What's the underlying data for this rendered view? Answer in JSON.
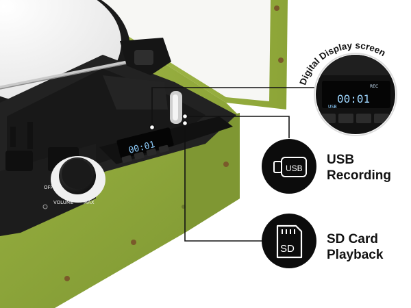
{
  "colors": {
    "body_green": "#8da639",
    "panel_black": "#1b1b1b",
    "callout_line": "#111111",
    "display_blue": "#5fb8ff"
  },
  "callouts": {
    "display": {
      "curved_label": "Digital Display screen",
      "icon": "display-closeup-icon"
    },
    "usb": {
      "line1": "USB",
      "line2": "Recording",
      "icon": "usb-drive-icon",
      "icon_text": "USB"
    },
    "sd": {
      "line1": "SD Card",
      "line2": "Playback",
      "icon": "sd-card-icon",
      "icon_text": "SD"
    }
  },
  "device": {
    "display_readout": "00:01",
    "display_indicator": "REC",
    "closeup_left_text": "USB",
    "knob_min": "OFF",
    "knob_name": "VOLUME",
    "knob_max": "MAX"
  }
}
